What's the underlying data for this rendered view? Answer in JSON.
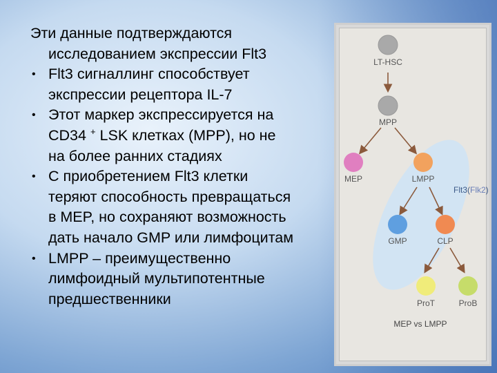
{
  "text": {
    "intro_line1": "Эти данные подтверждаются",
    "intro_line2": "исследованием экспрессии Flt3",
    "bullet1_line1": "Flt3 сигналлинг способствует",
    "bullet1_line2": "экспрессии рецептора IL-7",
    "bullet2_line1": "Этот маркер экспрессируется на",
    "bullet2_line2_a": "CD34",
    "bullet2_line2_sup": "+",
    "bullet2_line2_b": "LSK клетках (MPP), но не",
    "bullet2_line3": "на более ранних стадиях",
    "bullet3_line1": "С приобретением Flt3 клетки",
    "bullet3_line2": "теряют способность превращаться",
    "bullet3_line3": "в MEP, но сохраняют возможность",
    "bullet3_line4": "дать начало GMP или лимфоцитам",
    "bullet4_line1": "LMPP – преимущественно",
    "bullet4_line2": "лимфоидный мультипотентные",
    "bullet4_line3": "предшественники"
  },
  "diagram": {
    "nodes": {
      "lthsc": {
        "label": "LT-HSC",
        "color": "#a9a9a9"
      },
      "mpp": {
        "label": "MPP",
        "color": "#a9a9a9"
      },
      "mep": {
        "label": "MEP",
        "color": "#e07fc0"
      },
      "lmpp": {
        "label": "LMPP",
        "color": "#f2a25e"
      },
      "gmp": {
        "label": "GMP",
        "color": "#5f9fe0"
      },
      "clp": {
        "label": "CLP",
        "color": "#f08a52"
      },
      "prot": {
        "label": "ProT",
        "color": "#f0ec7a"
      },
      "prob": {
        "label": "ProB",
        "color": "#c6dc6a"
      }
    },
    "flt_label_a": "Flt3(",
    "flt_label_b": "Flk2",
    "flt_label_c": ")",
    "caption": "MEP vs LMPP",
    "highlight_color": "#cfe3f5",
    "arrow_color": "#8b5a3c"
  }
}
